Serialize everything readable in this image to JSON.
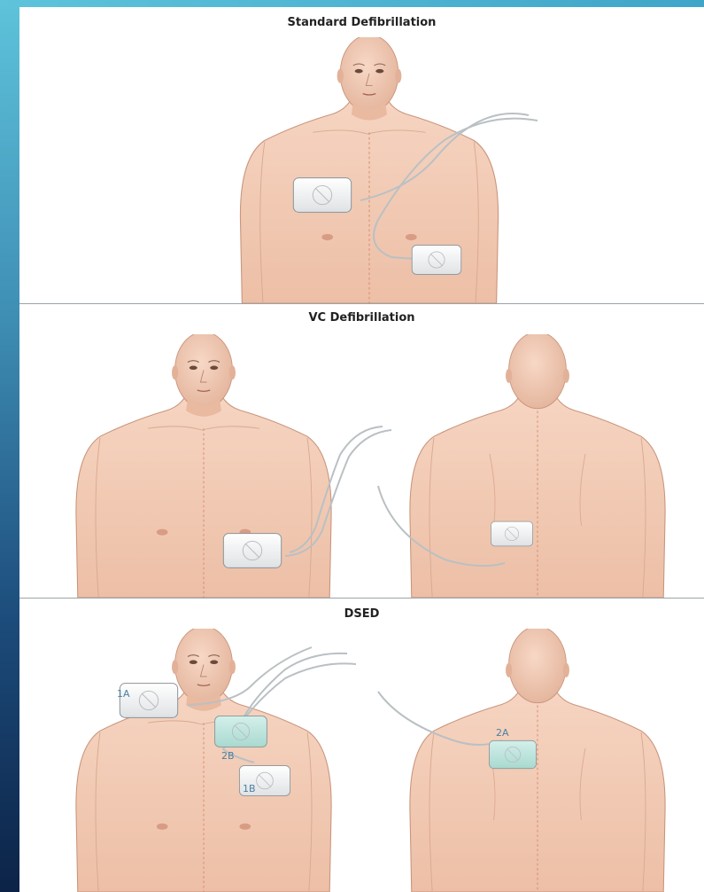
{
  "panels": [
    {
      "title": "Standard Defibrillation"
    },
    {
      "title": "VC Defibrillation"
    },
    {
      "title": "DSED"
    }
  ],
  "pad_labels": {
    "p1a": "1A",
    "p1b": "1B",
    "p2a": "2A",
    "p2b": "2B"
  },
  "colors": {
    "skin": "#f2cbb5",
    "skin_shadow": "#e3ad93",
    "pad_white": "#f4f5f6",
    "pad_teal": "#bfe5df",
    "accent_bar": "#1c4b7a"
  }
}
